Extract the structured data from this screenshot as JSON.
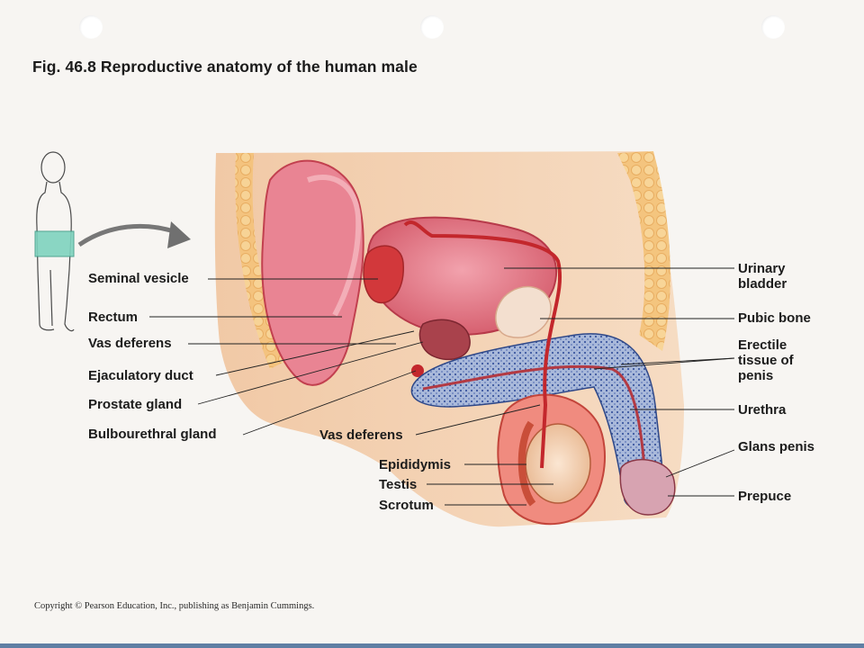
{
  "figure": {
    "title": "Fig. 46.8  Reproductive anatomy of the human male",
    "copyright": "Copyright © Pearson Education, Inc., publishing as Benjamin Cummings."
  },
  "labels": {
    "seminal_vesicle": "Seminal vesicle",
    "rectum": "Rectum",
    "vas_deferens_left": "Vas deferens",
    "ejaculatory_duct": "Ejaculatory duct",
    "prostate_gland": "Prostate gland",
    "bulbourethral_gland": "Bulbourethral gland",
    "vas_deferens_lower": "Vas deferens",
    "epididymis": "Epididymis",
    "testis": "Testis",
    "scrotum": "Scrotum",
    "urinary_bladder_line1": "Urinary",
    "urinary_bladder_line2": "bladder",
    "pubic_bone": "Pubic bone",
    "erectile_line1": "Erectile",
    "erectile_line2": "tissue of",
    "erectile_line3": "penis",
    "urethra": "Urethra",
    "glans_penis": "Glans penis",
    "prepuce": "Prepuce"
  },
  "colors": {
    "accent_blue_bar": "#5f7fa4",
    "locator_box": "#7fd3bf"
  }
}
